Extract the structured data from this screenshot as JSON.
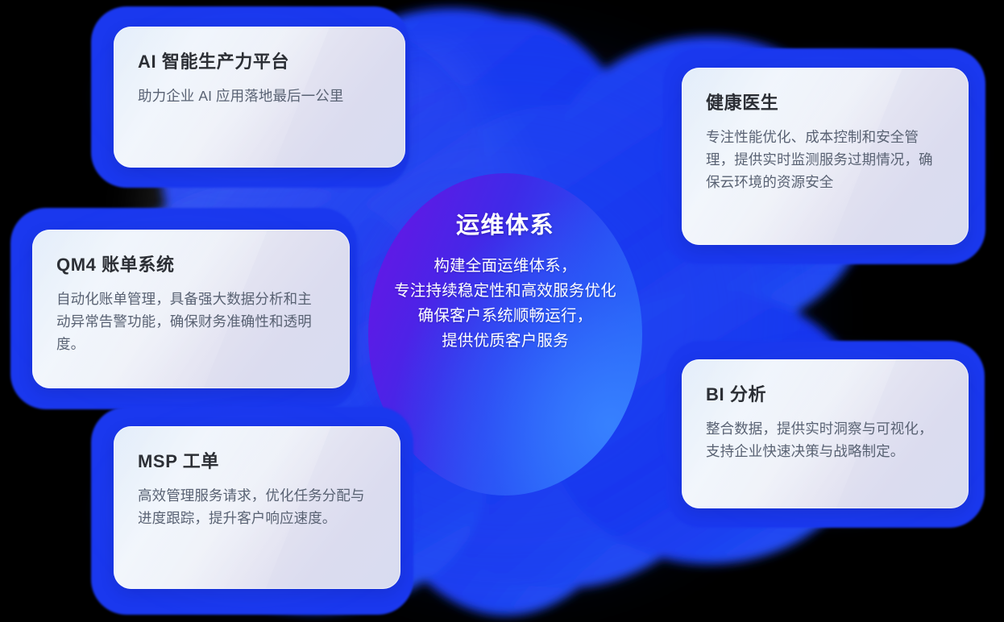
{
  "diagram": {
    "type": "concept-hub-and-spoke",
    "center": {
      "title": "运维体系",
      "description": "构建全面运维体系，\n专注持续稳定性和高效服务优化\n确保客户系统顺畅运行，\n提供优质客户服务"
    },
    "cards": [
      {
        "id": "ai-platform",
        "title": "AI 智能生产力平台",
        "description": "助力企业 AI 应用落地最后一公里"
      },
      {
        "id": "qm4-billing",
        "title": "QM4 账单系统",
        "description": "自动化账单管理，具备强大数据分析和主动异常告警功能，确保财务准确性和透明度。"
      },
      {
        "id": "msp-ticket",
        "title": "MSP 工单",
        "description": "高效管理服务请求，优化任务分配与进度跟踪，提升客户响应速度。"
      },
      {
        "id": "health-doctor",
        "title": "健康医生",
        "description": "专注性能优化、成本控制和安全管理，提供实时监测服务过期情况，确保云环境的资源安全"
      },
      {
        "id": "bi-analysis",
        "title": "BI 分析",
        "description": "整合数据，提供实时洞察与可视化，支持企业快速决策与战略制定。"
      }
    ],
    "colors": {
      "blob_blue": "#1a38ee",
      "core_purple": "#6a16e8",
      "core_blue": "#2f79f8",
      "card_light": "#dce9f9",
      "card_lavender": "#d8dcf0",
      "title_text": "#2c2f35",
      "body_text": "#596273",
      "center_text": "#ffffff",
      "background": "#000000"
    }
  }
}
